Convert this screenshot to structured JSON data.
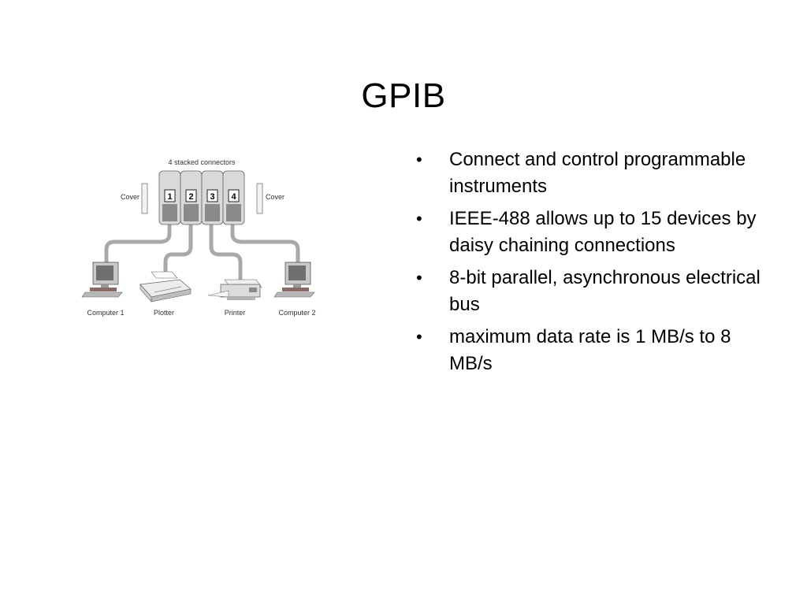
{
  "title": "GPIB",
  "bullets": [
    "Connect and control programmable instruments",
    "IEEE-488 allows up to 15 devices by daisy chaining connections",
    "8-bit parallel, asynchronous electrical bus",
    "maximum data rate is 1 MB/s to 8 MB/s"
  ],
  "diagram": {
    "top_label": "4 stacked connectors",
    "cover_left": "Cover",
    "cover_right": "Cover",
    "connector_numbers": [
      "1",
      "2",
      "3",
      "4"
    ],
    "devices": [
      "Computer 1",
      "Plotter",
      "Printer",
      "Computer 2"
    ]
  }
}
